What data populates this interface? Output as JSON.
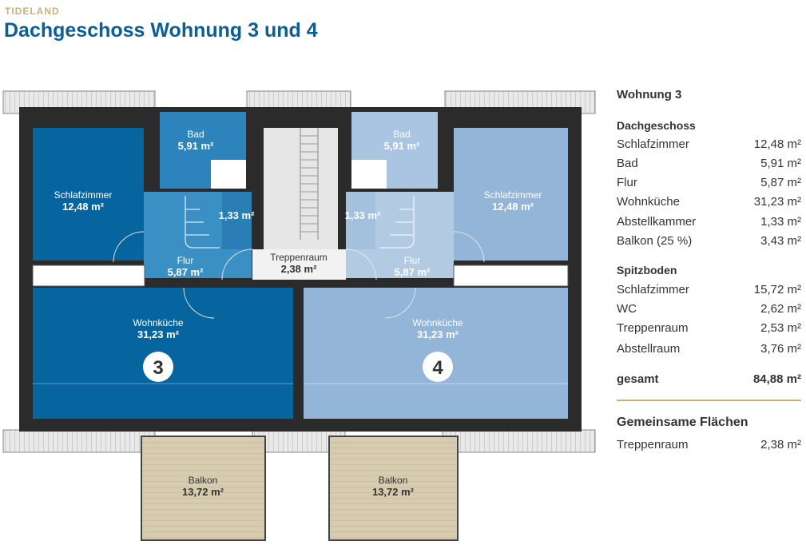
{
  "header": {
    "brand": "TIDELAND",
    "title": "Dachgeschoss Wohnung 3 und 4"
  },
  "colors": {
    "brand_gold": "#c9b07a",
    "title_blue": "#0a5f97",
    "unit3_dark": "#06659e",
    "unit3_mid": "#2d84bc",
    "unit4_light": "#93b5d8",
    "unit4_lighter": "#b2cbe3",
    "wall": "#2b2b2b",
    "balcony": "#d5c9ad"
  },
  "plan": {
    "unit3": {
      "number": "3",
      "rooms": [
        {
          "name": "Schlafzimmer",
          "area": "12,48 m²"
        },
        {
          "name": "Bad",
          "area": "5,91 m²"
        },
        {
          "name": "",
          "area": "1,33 m²"
        },
        {
          "name": "Flur",
          "area": "5,87 m²"
        },
        {
          "name": "Wohnküche",
          "area": "31,23 m²"
        },
        {
          "name": "Balkon",
          "area": "13,72 m²"
        }
      ]
    },
    "unit4": {
      "number": "4",
      "rooms": [
        {
          "name": "Bad",
          "area": "5,91 m²"
        },
        {
          "name": "Schlafzimmer",
          "area": "12,48 m²"
        },
        {
          "name": "",
          "area": "1,33 m²"
        },
        {
          "name": "Flur",
          "area": "5,87 m²"
        },
        {
          "name": "Wohnküche",
          "area": "31,23 m²"
        },
        {
          "name": "Balkon",
          "area": "13,72 m²"
        }
      ]
    },
    "stairwell": {
      "name": "Treppenraum",
      "area": "2,38 m²"
    }
  },
  "legend": {
    "title": "Wohnung 3",
    "dachgeschoss": {
      "heading": "Dachgeschoss",
      "rows": [
        {
          "label": "Schlafzimmer",
          "value": "12,48 m²"
        },
        {
          "label": "Bad",
          "value": "5,91 m²"
        },
        {
          "label": "Flur",
          "value": "5,87 m²"
        },
        {
          "label": "Wohnküche",
          "value": "31,23 m²"
        },
        {
          "label": "Abstellkammer",
          "value": "1,33 m²"
        },
        {
          "label": "Balkon (25 %)",
          "value": "3,43 m²"
        }
      ]
    },
    "spitzboden": {
      "heading": "Spitzboden",
      "rows": [
        {
          "label": "Schlafzimmer",
          "value": "15,72 m²"
        },
        {
          "label": "WC",
          "value": "2,62 m²"
        },
        {
          "label": "Treppenraum",
          "value": "2,53 m²"
        },
        {
          "label": "Abstellraum",
          "value": "3,76 m²"
        }
      ]
    },
    "total": {
      "label": "gesamt",
      "value": "84,88 m²"
    },
    "common": {
      "heading": "Gemeinsame Flächen",
      "rows": [
        {
          "label": "Treppenraum",
          "value": "2,38 m²"
        }
      ]
    }
  }
}
